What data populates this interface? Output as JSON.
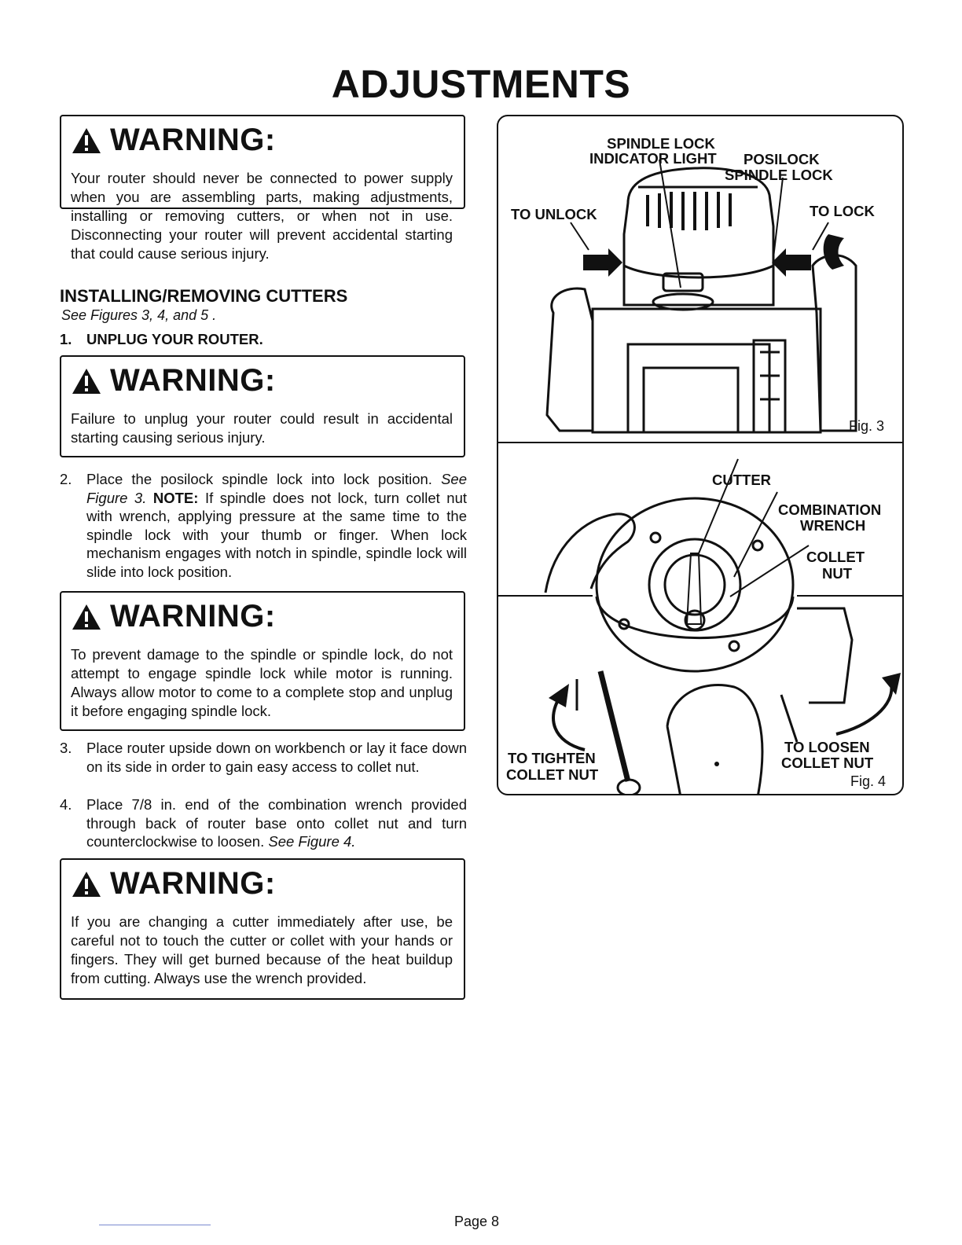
{
  "page": {
    "title": "ADJUSTMENTS",
    "page_number": "Page 8"
  },
  "warnings": [
    {
      "title": "WARNING:",
      "text": "Your router should never be connected to power supply when you are assembling parts, making adjustments, installing or removing cutters, or when not in use. Disconnecting your router will prevent accidental starting that could cause serious injury."
    },
    {
      "title": "WARNING:",
      "text": "Failure to unplug your router could result in accidental starting causing serious injury."
    },
    {
      "title": "WARNING:",
      "text": "To prevent damage to the spindle or spindle lock, do not attempt to engage spindle lock while motor is running. Always allow motor to come to a complete stop and unplug it before engaging spindle lock."
    },
    {
      "title": "WARNING:",
      "text": "If you are changing a cutter immediately after use, be careful not to touch the cutter or collet with your hands or fingers. They will get burned because of the heat buildup from cutting. Always use the wrench provided."
    }
  ],
  "section": {
    "heading": "INSTALLING/REMOVING CUTTERS",
    "see_figures": "See Figures 3, 4, and 5 ."
  },
  "steps": [
    {
      "num": "1.",
      "text": "UNPLUG YOUR ROUTER."
    },
    {
      "num": "2.",
      "lead": "Place the posilock spindle lock into lock position.",
      "ref": "See Figure 3.",
      "note_label": "NOTE:",
      "text": "If spindle does not lock, turn collet nut with wrench, applying pressure at the same time to the spindle lock with your thumb or finger. When lock mechanism engages with notch in spindle, spindle lock will slide into lock position."
    },
    {
      "num": "3.",
      "text": "Place router upside down on workbench or lay it face down on its side in order to gain easy access to collet nut."
    },
    {
      "num": "4.",
      "text": "Place 7/8 in. end of the combination wrench provided through back of router base onto collet nut and turn counterclockwise to loosen.",
      "ref": "See Figure 4."
    }
  ],
  "figure3": {
    "caption": "Fig. 3",
    "labels": {
      "spindle_lock_indicator_1": "SPINDLE LOCK",
      "spindle_lock_indicator_2": "INDICATOR LIGHT",
      "posilock_1": "POSILOCK",
      "posilock_2": "SPINDLE LOCK",
      "to_unlock": "TO UNLOCK",
      "to_lock": "TO LOCK"
    }
  },
  "figure4": {
    "caption": "Fig. 4",
    "labels": {
      "cutter": "CUTTER",
      "combination_1": "COMBINATION",
      "combination_2": "WRENCH",
      "collet_1": "COLLET",
      "collet_2": "NUT",
      "to_tighten_1": "TO TIGHTEN",
      "to_tighten_2": "COLLET NUT",
      "to_loosen_1": "TO LOOSEN",
      "to_loosen_2": "COLLET NUT"
    }
  }
}
